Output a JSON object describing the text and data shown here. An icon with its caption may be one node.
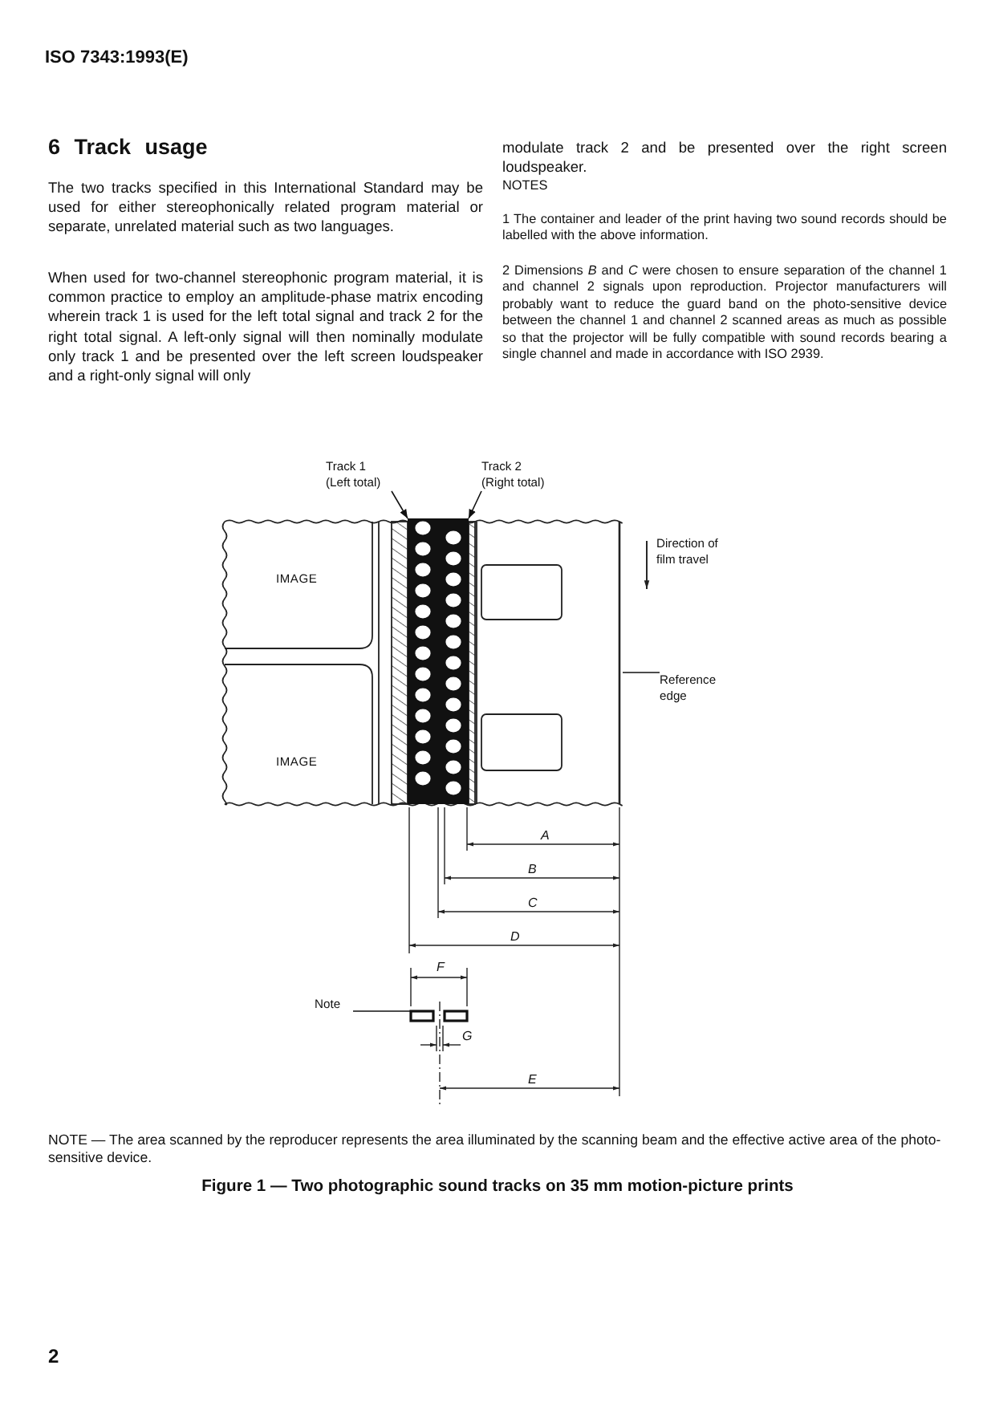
{
  "diagram": {
    "caption": "Figure 1 — Two photographic sound tracks on 35 mm motion-picture prints",
    "nodes": [
      {
        "text": [],
        "shape": "picture"
      },
      {
        "text": [
          "Track 1 (Left total)"
        ]
      },
      {
        "text": [],
        "shape": "bar",
        "in": 0
      },
      {
        "text": [
          "Track 2 (Right total)"
        ]
      },
      {
        "text": [],
        "shape": "bar",
        "in": 0
      },
      {
        "text": [
          "Reference edge"
        ]
      },
      {
        "text": [
          "Note"
        ]
      },
      {
        "text": [],
        "shape": "box"
      }
    ],
    "edges": [
      {
        "from": 1,
        "to": 2,
        "arrow": "to"
      },
      {
        "from": 3,
        "to": 4,
        "arrow": "to"
      },
      {
        "from": 5,
        "to": 0,
        "arrow": "none"
      },
      {
        "from": 6,
        "to": 7,
        "arrow": "none"
      }
    ],
    "labels": [
      "ISO 7343:1993(E)",
      "6 Track usage",
      "The two tracks specified in this International Standard may be used for either stereophonically related program material or separate, unrelated material such as two languages.",
      "When used for two-channel stereophonic program material, it is common practice to employ an amplitude-phase matrix encoding wherein track 1 is used for the left total signal and track 2 for the right total signal. A left-only signal will then nominally modulate only track 1 and be presented over the left screen loudspeaker and a right-only signal will only",
      "modulate track 2 and be presented over the right screen loudspeaker.",
      "NOTES",
      "1 The container and leader of the print having two sound records should be labelled with the above information.",
      "2 Dimensions *B* and *C* were chosen to ensure separation of the channel 1 and channel 2 signals upon reproduction. Projector manufacturers will probably want to reduce the guard band on the photo-sensitive device between the channel 1 and channel 2 scanned areas as much as possible so that the projector will be fully compatible with sound records bearing a single channel and made in accordance with ISO 2939.",
      "IMAGE",
      "IMAGE",
      "Direction of film travel",
      "A",
      "B",
      "C",
      "D",
      "F",
      "G",
      "E",
      "NOTE — The area scanned by the reproducer represents the area illuminated by the scanning beam and the effective active area of the photo-sensitive device.",
      "2"
    ]
  }
}
